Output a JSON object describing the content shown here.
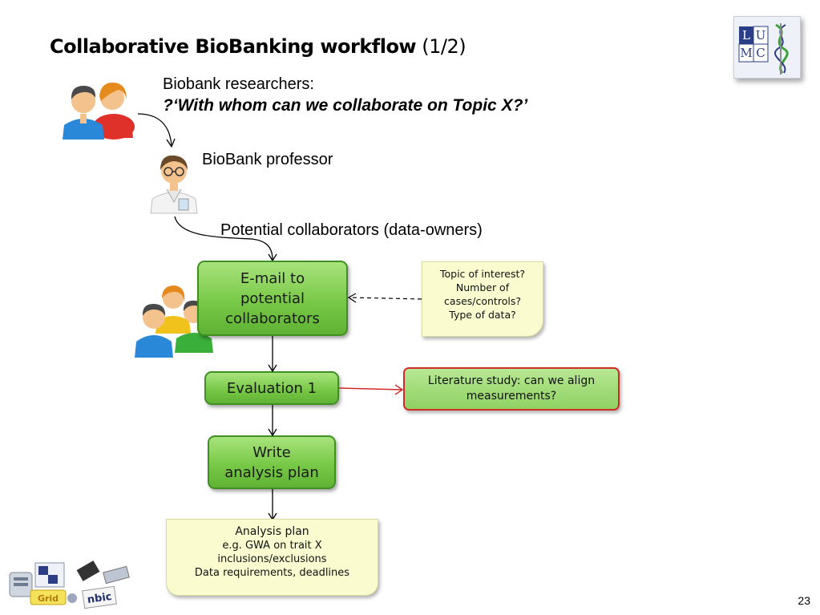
{
  "title": {
    "main": "Collaborative BioBanking workflow",
    "suffix": " (1/2)"
  },
  "researchers": {
    "label": "Biobank researchers:",
    "question": "?‘With whom can we collaborate on Topic X?’"
  },
  "professor": {
    "label": "BioBank professor"
  },
  "collaborators": {
    "label": "Potential collaborators (data-owners)"
  },
  "flow": {
    "email_box": {
      "line1": "E-mail to",
      "line2": "potential",
      "line3": "collaborators"
    },
    "evaluation_box": {
      "label": "Evaluation 1"
    },
    "write_box": {
      "line1": "Write",
      "line2": "analysis plan"
    }
  },
  "topic_note": {
    "line1": "Topic of interest?",
    "line2": "Number of",
    "line3": "cases/controls?",
    "line4": "Type of data?"
  },
  "literature_box": {
    "line1": "Literature study: can we align",
    "line2": "measurements?"
  },
  "analysis_note": {
    "heading": "Analysis plan",
    "line1": "e.g. GWA on trait X",
    "line2": "inclusions/exclusions",
    "line3": "Data requirements, deadlines"
  },
  "logo": {
    "letters": [
      "L",
      "U",
      "M",
      "C"
    ]
  },
  "footer_logos": {
    "grid_text": "Grid",
    "nbic_text": "nbic"
  },
  "page_number": "23",
  "colors": {
    "green": "#79c948",
    "green_border": "#3f8f22",
    "note_bg": "#fbfbd0",
    "red_border": "#d22a2a",
    "arrow_red": "#d22a2a"
  }
}
